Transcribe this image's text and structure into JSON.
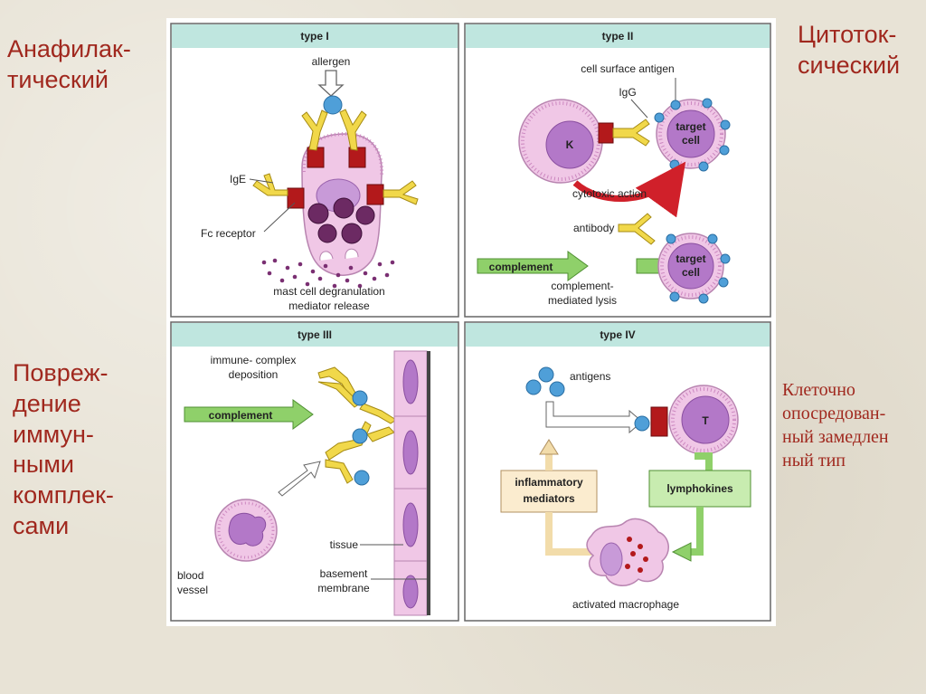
{
  "side_labels": {
    "top_left": [
      "Анафилак-",
      "тический"
    ],
    "top_right": [
      "Цитоток-",
      "сический"
    ],
    "bottom_left": [
      "Повреж-",
      "дение",
      "иммун-",
      "ными",
      "комплек-",
      "сами"
    ],
    "bottom_right": [
      "Клеточно",
      "опосредован-",
      "ный замедлен",
      "ный тип"
    ]
  },
  "panels": {
    "type1": {
      "title": "type I",
      "allergen": "allergen",
      "ige": "IgE",
      "fc_receptor": "Fc receptor",
      "caption": [
        "mast cell degranulation",
        "mediator release"
      ]
    },
    "type2": {
      "title": "type II",
      "cell_surface_antigen": "cell surface antigen",
      "igg": "IgG",
      "k_cell": "K",
      "target_cell": [
        "target",
        "cell"
      ],
      "cytotoxic_action": "cytotoxic action",
      "antibody": "antibody",
      "complement": "complement",
      "lysis": [
        "complement-",
        "mediated lysis"
      ]
    },
    "type3": {
      "title": "type III",
      "deposition": [
        "immune- complex",
        "deposition"
      ],
      "complement": "complement",
      "tissue": "tissue",
      "basement": [
        "basement",
        "membrane"
      ],
      "blood_vessel": [
        "blood",
        "vessel"
      ]
    },
    "type4": {
      "title": "type IV",
      "antigens": "antigens",
      "t_cell": "T",
      "inflammatory": [
        "inflammatory",
        "mediators"
      ],
      "lymphokines": "lymphokines",
      "macrophage": "activated macrophage"
    }
  },
  "colors": {
    "title_red": "#a0281e",
    "header_band": "#bfe6df",
    "antibody_yellow": "#f1d84a",
    "receptor_red": "#b3191b",
    "cell_pink": "#f0c7e6",
    "nucleus_purple": "#b378c8",
    "antigen_blue": "#4f9fd8",
    "complement_green": "#8fd06a",
    "granule_purple": "#7a2f72"
  }
}
